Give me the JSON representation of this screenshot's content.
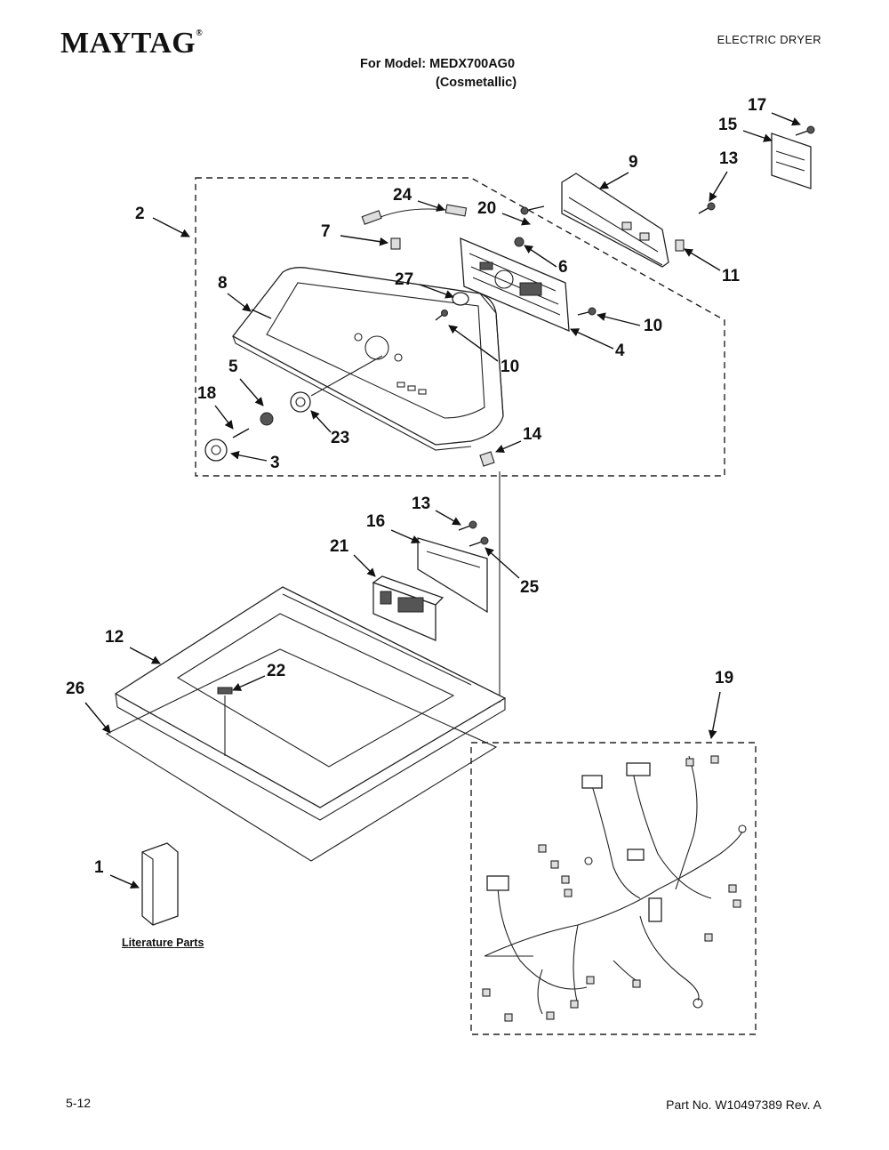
{
  "header": {
    "brand": "MAYTAG",
    "brand_mark": "®",
    "product_type": "ELECTRIC DRYER",
    "model_line": "For Model: MEDX700AG0",
    "finish_line": "(Cosmetallic)"
  },
  "literature_label": "Literature Parts",
  "footer": {
    "page_number": "5-12",
    "part_number": "Part No. W10497389 Rev. A"
  },
  "callouts": [
    "17",
    "15",
    "9",
    "13",
    "2",
    "24",
    "20",
    "7",
    "11",
    "6",
    "8",
    "27",
    "10",
    "10",
    "4",
    "5",
    "18",
    "23",
    "3",
    "14",
    "13",
    "16",
    "21",
    "25",
    "12",
    "22",
    "26",
    "19",
    "1"
  ]
}
